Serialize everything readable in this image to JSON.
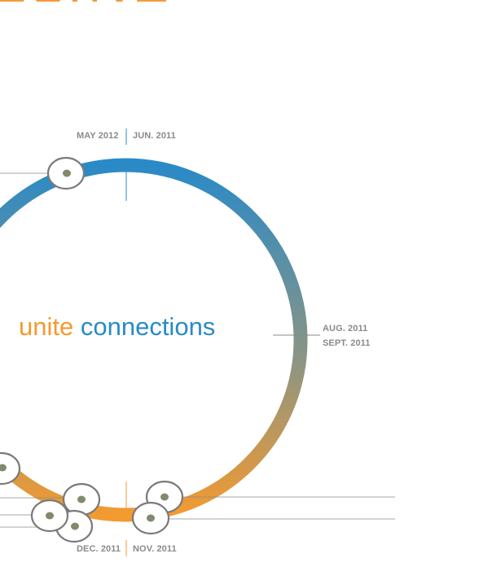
{
  "heading": {
    "text": "ELINE",
    "color": "#f29b3a"
  },
  "logo": {
    "word1": "unite",
    "word2": "connections",
    "color_word1": "#f39a30",
    "color_word2": "#2a8ac7"
  },
  "ring": {
    "gradient_top_color": "#2a8ac7",
    "gradient_mid_color": "#8a9585",
    "gradient_bottom_color": "#f39a30"
  },
  "date_labels": {
    "top_left": "MAY 2012",
    "top_right": "JUN. 2011",
    "right_1": "AUG. 2011",
    "right_2": "SEPT. 2011",
    "bottom_left": "DEC. 2011",
    "bottom_right": "NOV. 2011"
  },
  "markers": {
    "outline_color": "#7a7a7a",
    "dot_color": "#7f8a6e",
    "count": 7
  }
}
